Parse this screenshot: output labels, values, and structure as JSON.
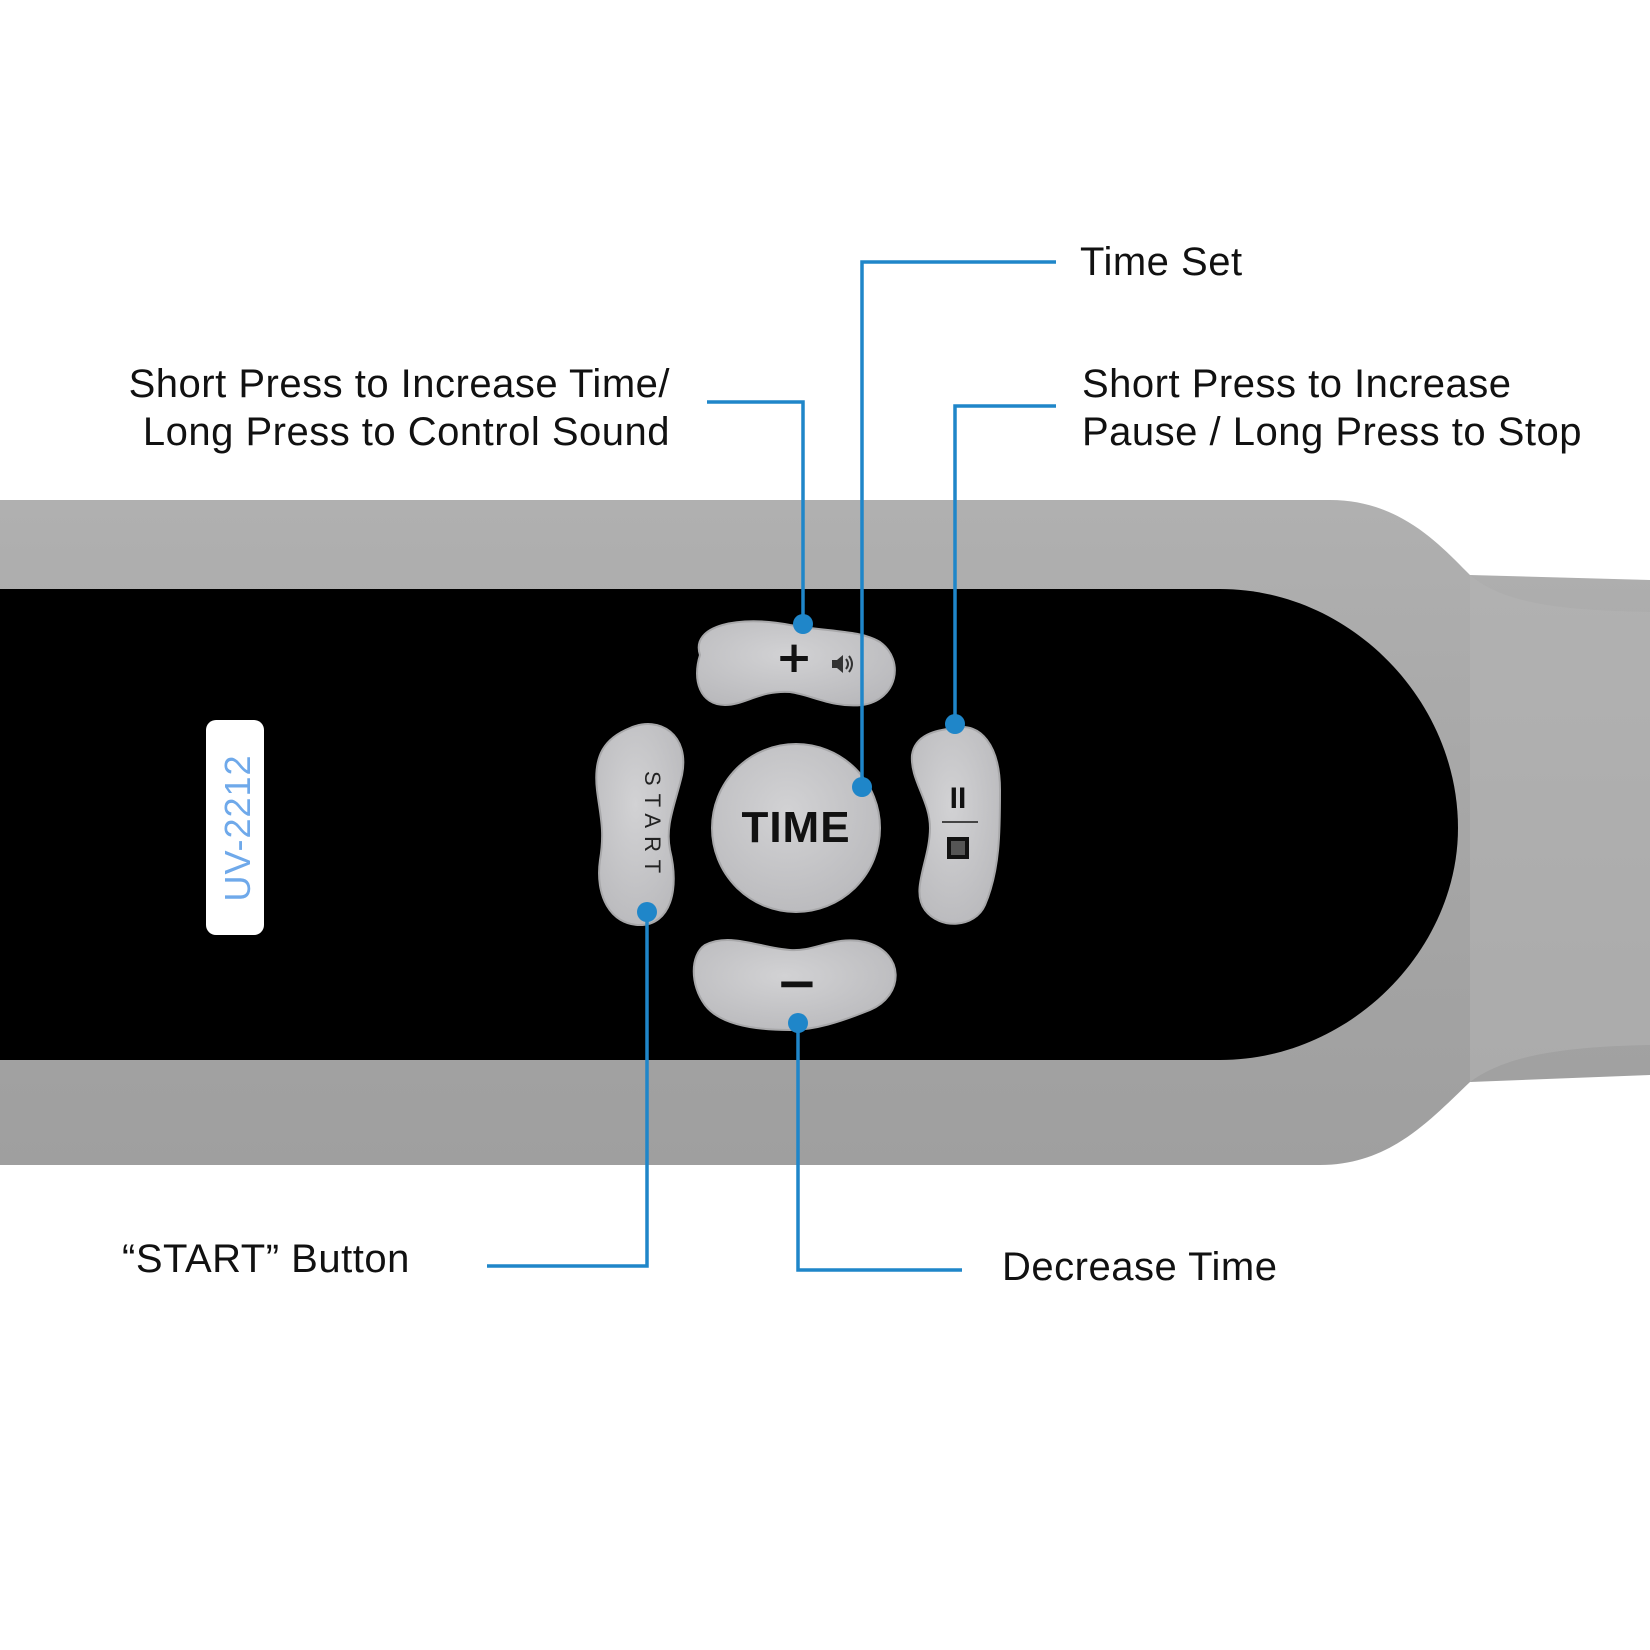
{
  "device": {
    "model_label": "UV-2212",
    "buttons": {
      "time_label": "TIME",
      "start_label": "START",
      "plus_glyph": "+",
      "minus_glyph": "−",
      "sound_icon": "speaker-icon",
      "pause_glyph": "II",
      "stop_icon": "stop-square-icon"
    },
    "colors": {
      "housing": "#a9a9a9",
      "panel": "#000000",
      "button": "#c4c4c6",
      "model_badge_bg": "#ffffff",
      "model_badge_text": "#6fa9ea",
      "leader_line": "#1f86c9"
    }
  },
  "callouts": {
    "time_set": "Time Set",
    "increase_time_line1": "Short Press to Increase Time/",
    "increase_time_line2": "Long Press to Control Sound",
    "pause_stop_line1": "Short Press to Increase",
    "pause_stop_line2": "Pause / Long Press to Stop",
    "start_button": "“START” Button",
    "decrease_time": "Decrease Time"
  }
}
